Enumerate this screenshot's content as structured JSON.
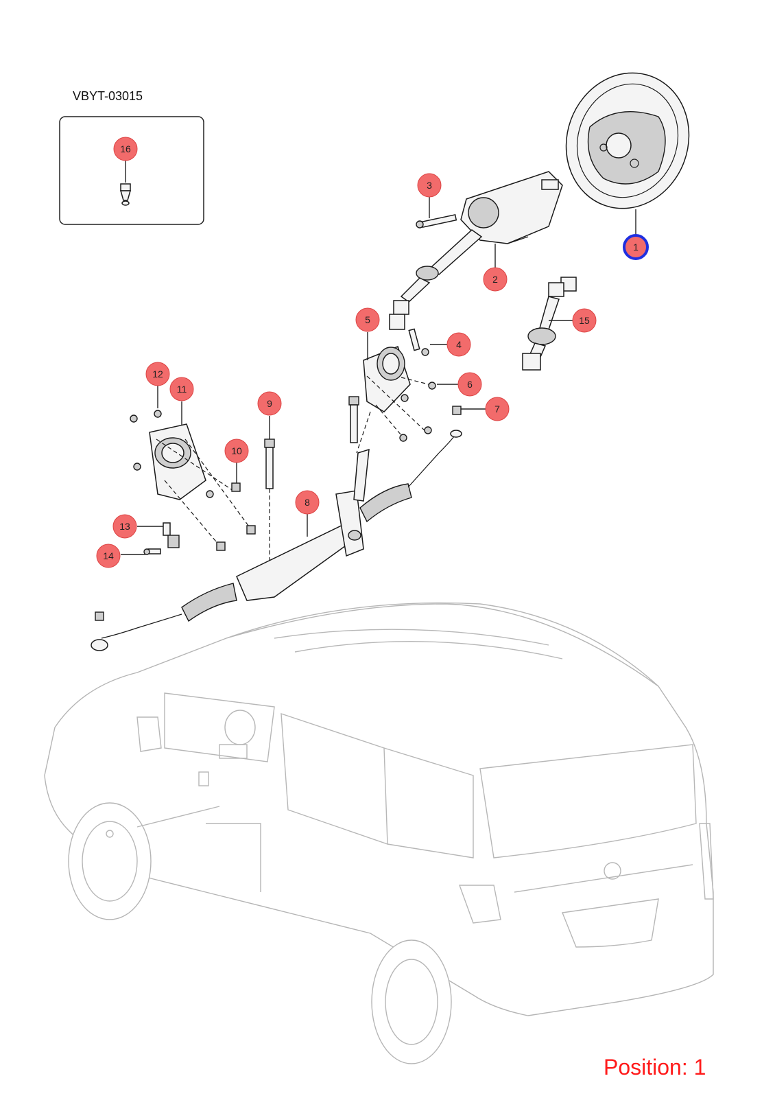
{
  "reference_code": "VBYT-03015",
  "position_label": "Position: 1",
  "selected_callout": "1",
  "callouts": [
    {
      "id": "1",
      "label": "1",
      "part": "steering-wheel"
    },
    {
      "id": "2",
      "label": "2",
      "part": "steering-column"
    },
    {
      "id": "3",
      "label": "3",
      "part": "column-bolt"
    },
    {
      "id": "4",
      "label": "4",
      "part": "shaft-pinch-bolt"
    },
    {
      "id": "5",
      "label": "5",
      "part": "dash-boot-seal"
    },
    {
      "id": "6",
      "label": "6",
      "part": "boot-nut"
    },
    {
      "id": "7",
      "label": "7",
      "part": "tie-rod-nut"
    },
    {
      "id": "8",
      "label": "8",
      "part": "steering-rack"
    },
    {
      "id": "9",
      "label": "9",
      "part": "rack-mount-bolt"
    },
    {
      "id": "10",
      "label": "10",
      "part": "bracket-bolt"
    },
    {
      "id": "11",
      "label": "11",
      "part": "dash-bracket"
    },
    {
      "id": "12",
      "label": "12",
      "part": "bracket-nut"
    },
    {
      "id": "13",
      "label": "13",
      "part": "sensor"
    },
    {
      "id": "14",
      "label": "14",
      "part": "sensor-screw"
    },
    {
      "id": "15",
      "label": "15",
      "part": "intermediate-shaft"
    },
    {
      "id": "16",
      "label": "16",
      "part": "clip-fastener"
    }
  ],
  "colors": {
    "callout_fill": "#f26b6b",
    "selected_outline": "#1f2fe0",
    "position_text": "#ff1a1a",
    "van_outline": "#b7b7b7"
  }
}
